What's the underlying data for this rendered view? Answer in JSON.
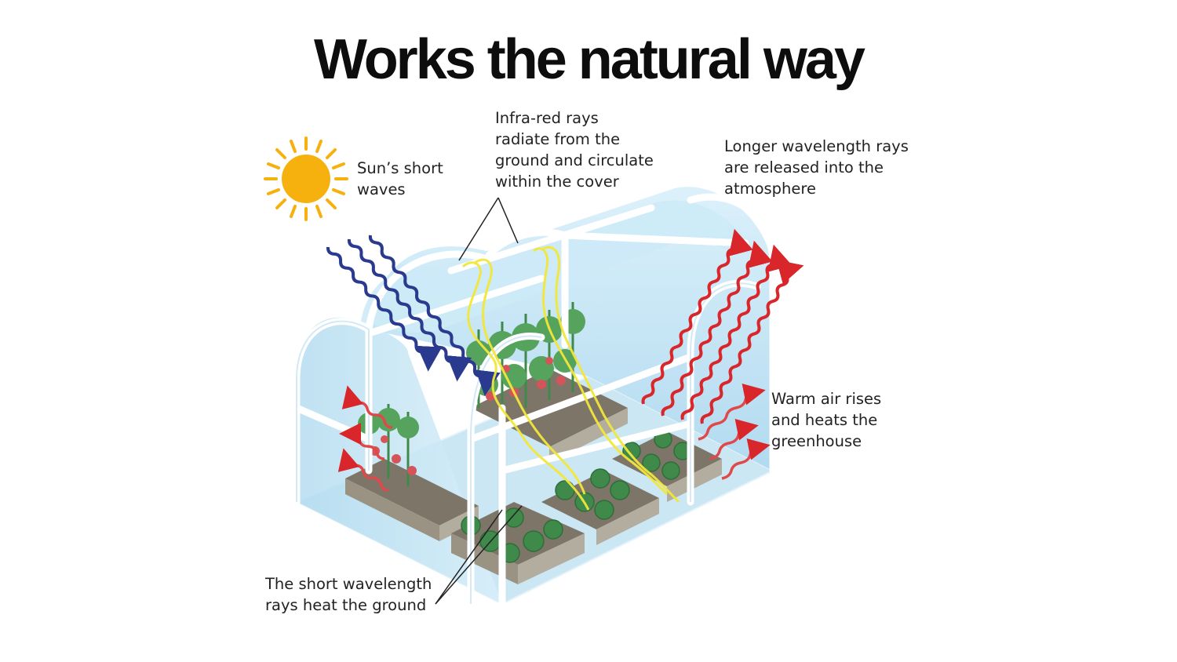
{
  "title": "Works the natural way",
  "labels": {
    "sun": [
      "Sun’s short",
      "waves"
    ],
    "infrared": [
      "Infra-red rays",
      "radiate from the",
      "ground and circulate",
      "within the cover"
    ],
    "longer": [
      "Longer wavelength rays",
      "are released into the",
      "atmosphere"
    ],
    "warm": [
      "Warm air rises",
      "and heats the",
      "greenhouse"
    ],
    "short": [
      "The short wavelength",
      "rays heat the ground"
    ]
  },
  "colors": {
    "sun": "#f7b10f",
    "short_wave": "#2a3a8f",
    "infrared": "#f2e73a",
    "long_wave": "#d8262a",
    "glass": "#bfe3f5",
    "frame": "#ffffff",
    "plants": "#4c9a55",
    "planter": "#8a8275"
  },
  "icons": {
    "sun": "sun-icon",
    "greenhouse": "greenhouse-illustration"
  }
}
